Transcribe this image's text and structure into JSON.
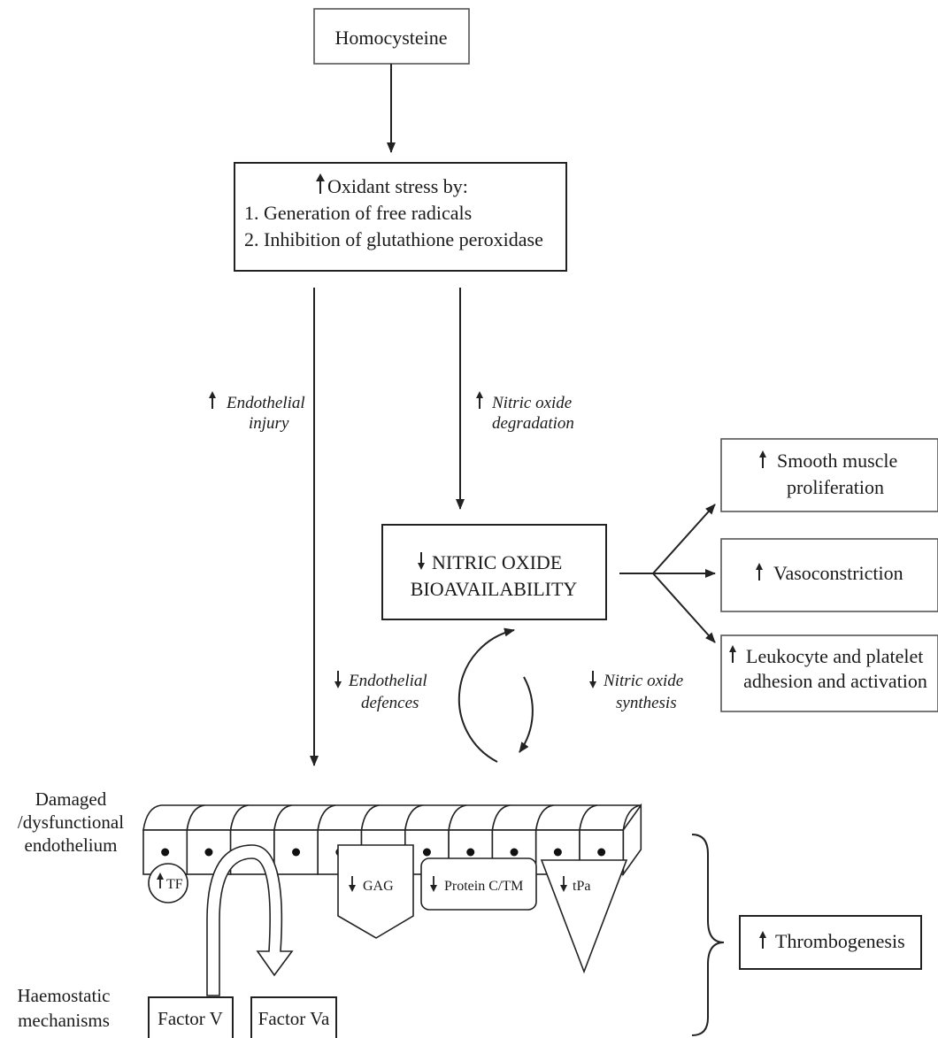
{
  "nodes": {
    "homocysteine": "Homocysteine",
    "oxidant_title": "Oxidant stress by:",
    "oxidant_item1": "1. Generation of free radicals",
    "oxidant_item2": "2. Inhibition of glutathione peroxidase",
    "no_line1": "NITRIC OXIDE",
    "no_line2": "BIOAVAILABILITY",
    "smooth_line1": "Smooth muscle",
    "smooth_line2": "proliferation",
    "vaso": "Vasoconstriction",
    "leuko_line1": "Leukocyte and platelet",
    "leuko_line2": "adhesion and activation",
    "thrombo": "Thrombogenesis",
    "factor_v": "Factor V",
    "factor_va": "Factor Va"
  },
  "edge_labels": {
    "endo_injury_1": "Endothelial",
    "endo_injury_2": "injury",
    "no_degr_1": "Nitric oxide",
    "no_degr_2": "degradation",
    "endo_def_1": "Endothelial",
    "endo_def_2": "defences",
    "no_synth_1": "Nitric oxide",
    "no_synth_2": "synthesis"
  },
  "side_labels": {
    "damaged_1": "Damaged",
    "damaged_2": "/dysfunctional",
    "damaged_3": "endothelium",
    "haemo_1": "Haemostatic",
    "haemo_2": "mechanisms"
  },
  "markers": {
    "tf": "TF",
    "gag": "GAG",
    "protein": "Protein C/TM",
    "tpa": "tPa"
  },
  "endothelium_cell_count": 11
}
